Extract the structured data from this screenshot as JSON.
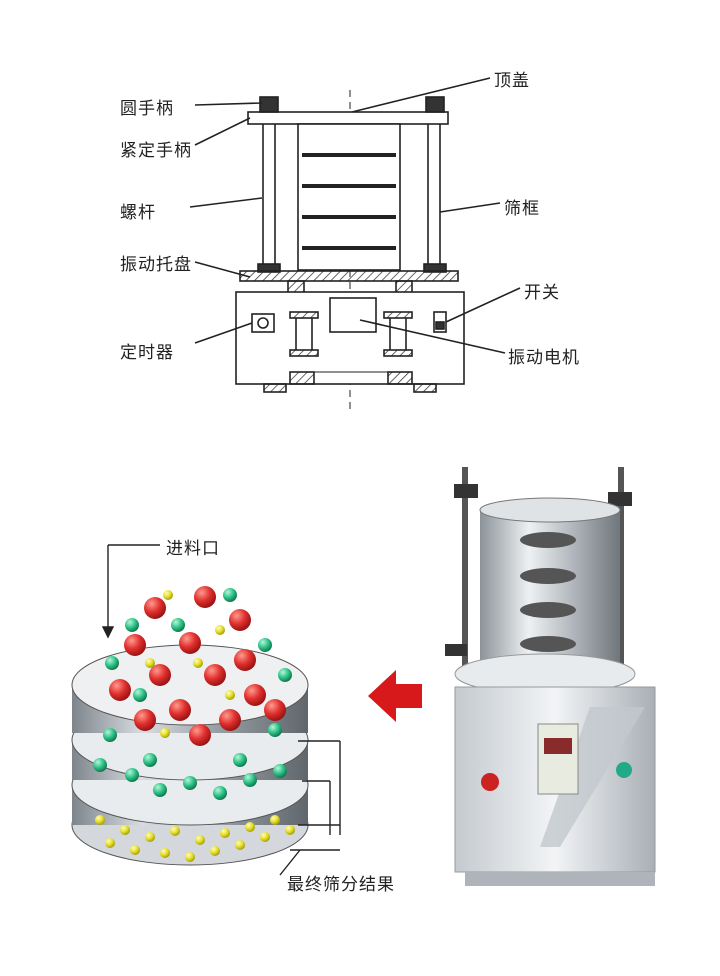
{
  "labels": {
    "handle_round": "圆手柄",
    "handle_lock": "紧定手柄",
    "screw_rod": "螺杆",
    "vibration_tray": "振动托盘",
    "timer": "定时器",
    "top_cover": "顶盖",
    "sieve_frame": "筛框",
    "switch": "开关",
    "vibration_motor": "振动电机",
    "feed_inlet": "进料口",
    "final_result": "最终筛分结果"
  },
  "colors": {
    "line": "#222222",
    "red_ball": "#e0302e",
    "green_ball": "#2fc48a",
    "yellow_ball": "#e6e02a",
    "arrow": "#d7191c",
    "steel": "#c8cdd2"
  }
}
